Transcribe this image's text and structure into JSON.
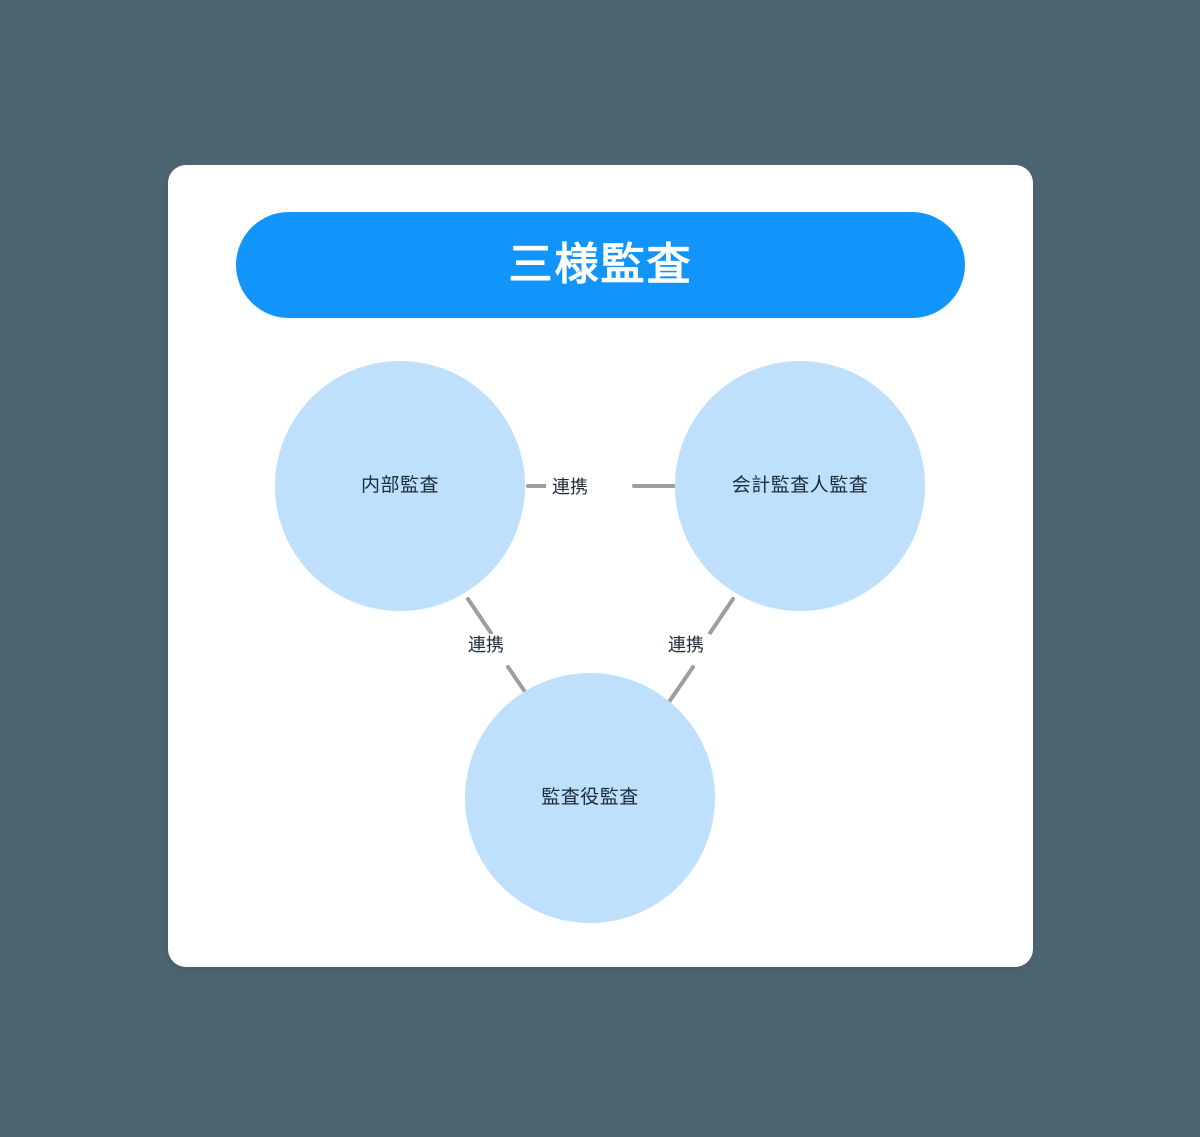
{
  "page": {
    "background_color": "#4c6671",
    "card_background": "#ffffff"
  },
  "banner": {
    "title": "三様監査",
    "background_color": "#1295fb",
    "text_color": "#ffffff"
  },
  "diagram": {
    "type": "triangle-relationship",
    "node_fill_color": "#bfe0fd",
    "node_text_color": "#1c2b39",
    "connector_color": "#9e9e9e",
    "nodes": [
      {
        "id": "internal",
        "label": "内部監査"
      },
      {
        "id": "external",
        "label": "会計監査人監査"
      },
      {
        "id": "statutory",
        "label": "監査役監査"
      }
    ],
    "edges": [
      {
        "from": "internal",
        "to": "external",
        "label": "連携"
      },
      {
        "from": "internal",
        "to": "statutory",
        "label": "連携"
      },
      {
        "from": "external",
        "to": "statutory",
        "label": "連携"
      }
    ]
  }
}
